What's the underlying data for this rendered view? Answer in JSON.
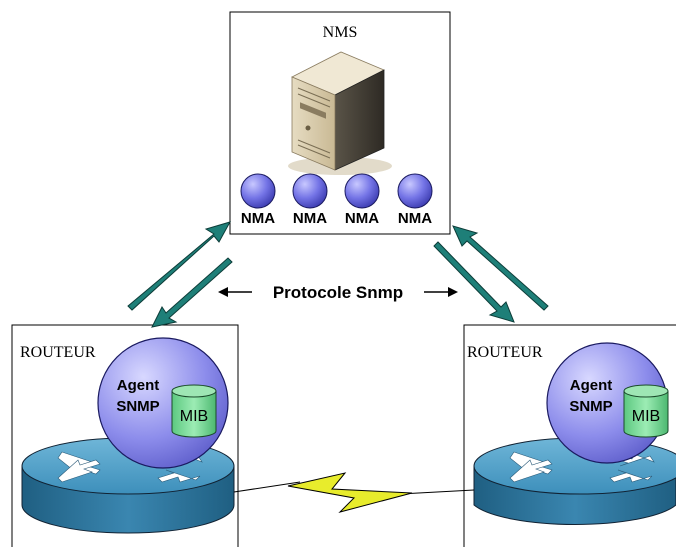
{
  "nms": {
    "title": "NMS",
    "nma_labels": [
      "NMA",
      "NMA",
      "NMA",
      "NMA"
    ]
  },
  "protocol": {
    "label": "Protocole Snmp"
  },
  "routers": [
    {
      "title": "ROUTEUR",
      "agent_line1": "Agent",
      "agent_line2": "SNMP",
      "mib": "MIB"
    },
    {
      "title": "ROUTEUR",
      "agent_line1": "Agent",
      "agent_line2": "SNMP",
      "mib": "MIB"
    }
  ],
  "colors": {
    "arrow": "#1e7f78",
    "nma_ball": "#7070e0",
    "agent_ball": "#8c8ce6",
    "mib": "#70d890",
    "router_top": "#4a9cc4",
    "router_side": "#2c6f93",
    "link_bolt": "#e8ec2c"
  }
}
